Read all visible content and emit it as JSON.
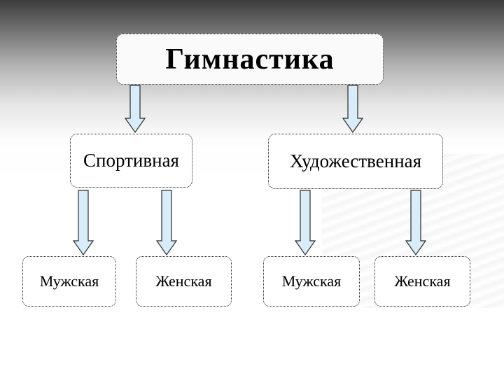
{
  "diagram": {
    "root": "Гимнастика",
    "children": [
      {
        "label": "Спортивная",
        "children": [
          "Мужская",
          "Женская"
        ]
      },
      {
        "label": "Художественная",
        "children": [
          "Мужская",
          "Женская"
        ]
      }
    ],
    "colors": {
      "arrow_fill": "#d8ecfa",
      "arrow_stroke": "#2b2b2b",
      "box_fill": "#ffffff",
      "background_top": "#3c3c3c"
    }
  }
}
